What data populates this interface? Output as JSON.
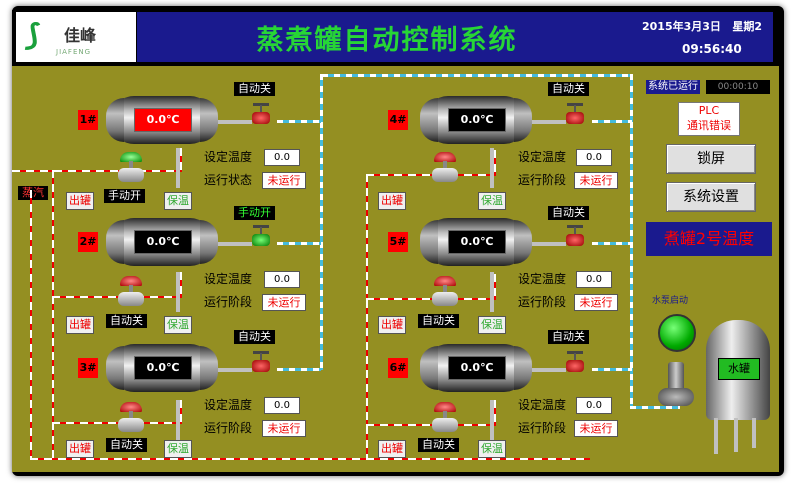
{
  "header": {
    "logo_text": "佳峰",
    "logo_sub": "JIAFENG",
    "title": "蒸煮罐自动控制系统",
    "date": "2015年3月3日   星期2",
    "time": "09:56:40"
  },
  "steam_label": "蒸汽",
  "tanks": [
    {
      "id": "1#",
      "temp": "0.0℃",
      "setpoint_label": "设定温度",
      "setpoint": "0.0",
      "state_label": "运行状态",
      "state": "未运行",
      "valve_label": "自动关",
      "bottom_valve_label": "手动开",
      "out_btn": "出罐",
      "hold_btn": "保温"
    },
    {
      "id": "2#",
      "temp": "0.0℃",
      "setpoint_label": "设定温度",
      "setpoint": "0.0",
      "state_label": "运行阶段",
      "state": "未运行",
      "valve_label": "手动开",
      "bottom_valve_label": "自动关",
      "out_btn": "出罐",
      "hold_btn": "保温"
    },
    {
      "id": "3#",
      "temp": "0.0℃",
      "setpoint_label": "设定温度",
      "setpoint": "0.0",
      "state_label": "运行阶段",
      "state": "未运行",
      "valve_label": "自动关",
      "bottom_valve_label": "自动关",
      "out_btn": "出罐",
      "hold_btn": "保温"
    },
    {
      "id": "4#",
      "temp": "0.0℃",
      "setpoint_label": "设定温度",
      "setpoint": "0.0",
      "state_label": "运行阶段",
      "state": "未运行",
      "valve_label": "自动关",
      "out_btn": "出罐",
      "hold_btn": "保温"
    },
    {
      "id": "5#",
      "temp": "0.0℃",
      "setpoint_label": "设定温度",
      "setpoint": "0.0",
      "state_label": "运行阶段",
      "state": "未运行",
      "valve_label": "自动关",
      "bottom_valve_label": "自动关",
      "out_btn": "出罐",
      "hold_btn": "保温"
    },
    {
      "id": "6#",
      "temp": "0.0℃",
      "setpoint_label": "设定温度",
      "setpoint": "0.0",
      "state_label": "运行阶段",
      "state": "未运行",
      "valve_label": "自动关",
      "bottom_valve_label": "自动关",
      "out_btn": "出罐",
      "hold_btn": "保温"
    }
  ],
  "right_panel": {
    "run_label": "系统已运行",
    "run_value": "00:00:10",
    "plc_line1": "PLC",
    "plc_line2": "通讯错误",
    "lock_btn": "锁屏",
    "settings_btn": "系统设置",
    "alarm_text": "煮罐2号温度",
    "pump_label": "水泵启动",
    "water_tank_label": "水罐"
  },
  "colors": {
    "background": "#948f22",
    "title_bar": "#1a1a8e",
    "title_text": "#27d536",
    "alarm": "#f00",
    "running_indicator": "#22cc22"
  }
}
